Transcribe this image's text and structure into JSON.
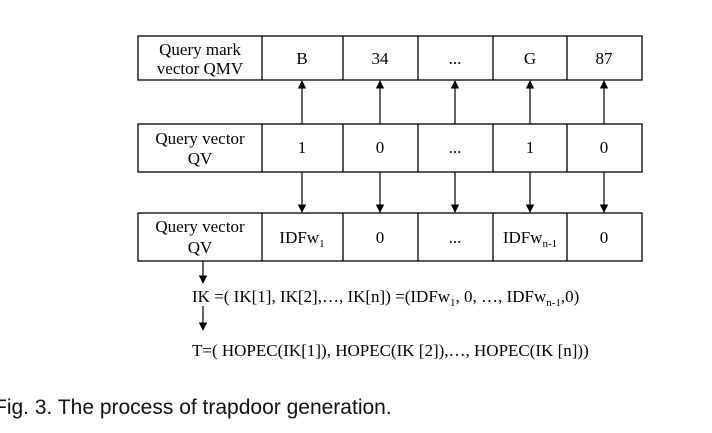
{
  "rows": [
    {
      "label_lines": [
        "Query mark",
        "vector QMV"
      ],
      "cells": [
        {
          "main": "B",
          "sub": ""
        },
        {
          "main": "34",
          "sub": ""
        },
        {
          "main": "...",
          "sub": ""
        },
        {
          "main": "G",
          "sub": ""
        },
        {
          "main": "87",
          "sub": ""
        }
      ]
    },
    {
      "label_lines": [
        "Query vector",
        "QV"
      ],
      "cells": [
        {
          "main": "1",
          "sub": ""
        },
        {
          "main": "0",
          "sub": ""
        },
        {
          "main": "...",
          "sub": ""
        },
        {
          "main": "1",
          "sub": ""
        },
        {
          "main": "0",
          "sub": ""
        }
      ]
    },
    {
      "label_lines": [
        "Query vector",
        "QV"
      ],
      "cells": [
        {
          "main": "IDFw",
          "sub": "1"
        },
        {
          "main": "0",
          "sub": ""
        },
        {
          "main": "...",
          "sub": ""
        },
        {
          "main": "IDFw",
          "sub": "n-1"
        },
        {
          "main": "0",
          "sub": ""
        }
      ]
    }
  ],
  "formula_ik": {
    "a": "IK =( IK[1], IK[2],…, IK[n]) =(IDFw",
    "s1": "1",
    "b": ", 0, …, IDFw",
    "s2": "n-1",
    "c": ",0)"
  },
  "formula_t": "T=( HOPEC(IK[1]), HOPEC(IK [2]),…, HOPEC(IK [n]))",
  "caption": "Fig. 3. The process of trapdoor generation."
}
